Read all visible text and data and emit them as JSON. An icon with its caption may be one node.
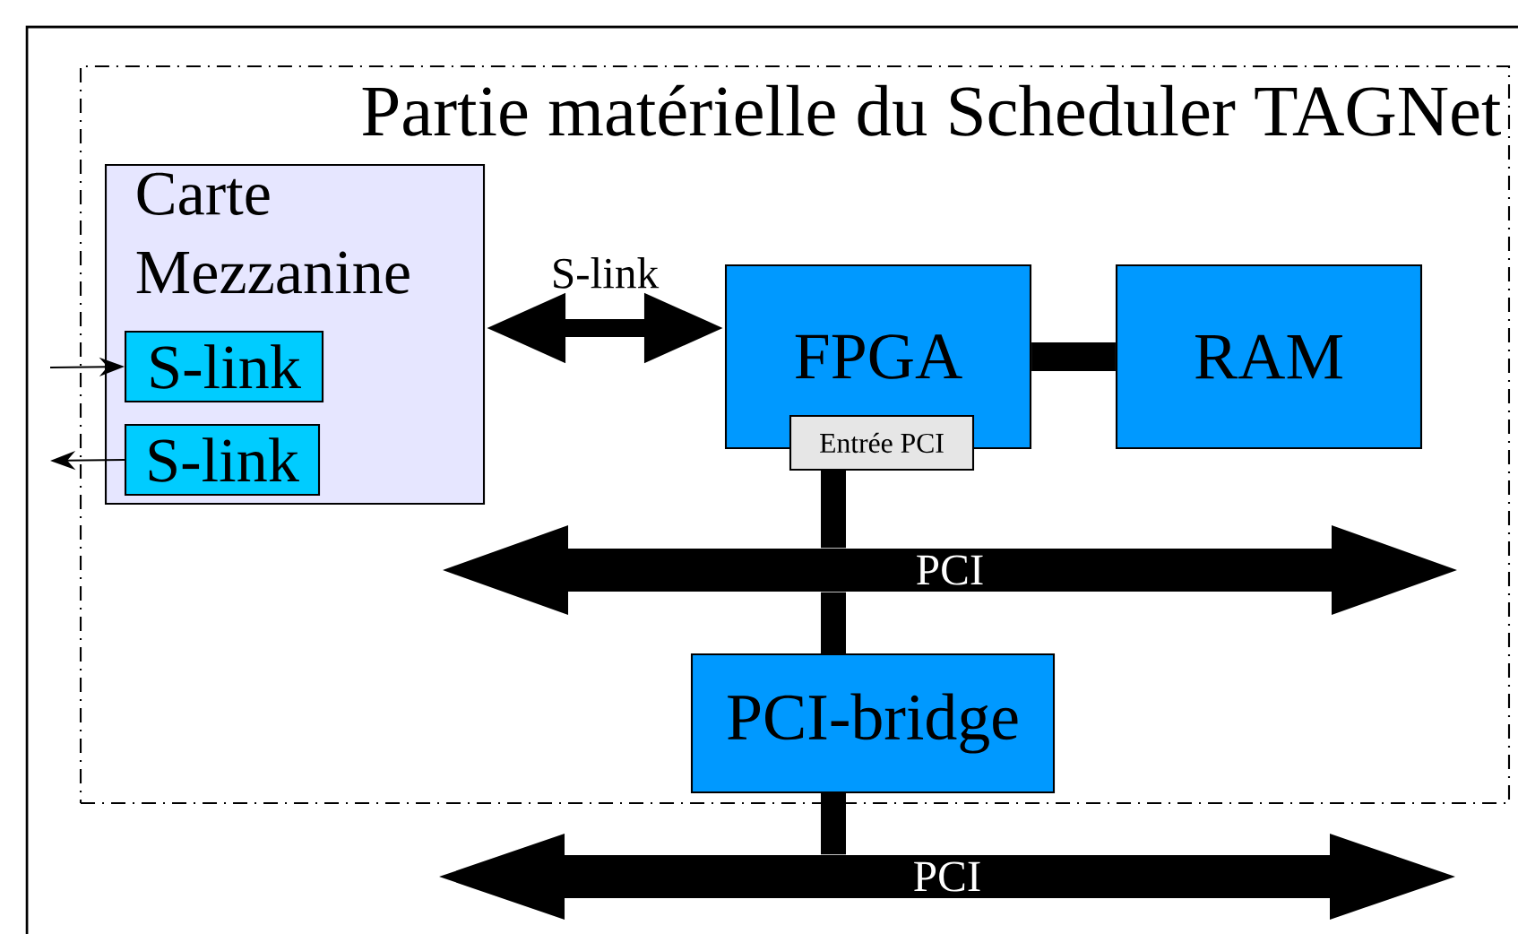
{
  "diagram": {
    "nodes": [
      {
        "text": [
          "Partie matérielle du Scheduler TAGNet"
        ]
      },
      {
        "text": [
          "Carte Mezzanine"
        ],
        "in": 0
      },
      {
        "text": [
          "S-link"
        ],
        "in": 1
      },
      {
        "text": [
          "S-link"
        ],
        "in": 1
      },
      {
        "text": [
          "FPGA"
        ],
        "in": 0
      },
      {
        "text": [
          "RAM"
        ],
        "in": 0
      },
      {
        "text": [
          "Entrée PCI"
        ],
        "in": 0
      },
      {
        "text": [
          "PCI"
        ],
        "in": 0
      },
      {
        "text": [
          "PCI-bridge"
        ],
        "in": 0
      },
      {
        "text": [
          "PCI"
        ]
      }
    ],
    "edges": [
      {
        "from": null,
        "to": 2,
        "arrow": "to"
      },
      {
        "from": 3,
        "to": null,
        "arrow": "to"
      },
      {
        "from": 1,
        "to": 4,
        "arrow": "both",
        "label": "S-link"
      },
      {
        "from": 4,
        "to": 5,
        "arrow": "none"
      },
      {
        "from": 6,
        "to": 7,
        "arrow": "none"
      },
      {
        "from": 7,
        "to": 8,
        "arrow": "none"
      },
      {
        "from": 8,
        "to": 9,
        "arrow": "none"
      }
    ]
  }
}
